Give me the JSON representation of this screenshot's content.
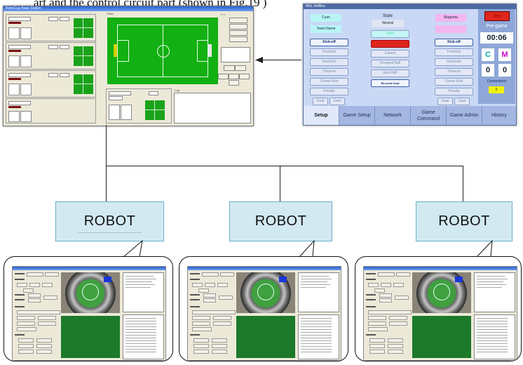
{
  "caption": "art and the control circuit part (shown in Fig.19 )",
  "basestation": {
    "window_title": "RoboCup Base Station",
    "field_label": "Field",
    "log_label": "Log"
  },
  "refbox": {
    "window_title": "MSL RefBox",
    "team_left": "Cyan",
    "team_left_name": "Team Name",
    "state_label": "State",
    "state_value": "Neutral",
    "team_right": "Magenta",
    "stop_label": "Stop",
    "center_buttons": [
      "Start",
      "Stop",
      "Cancel",
      "Dropped Ball",
      "End Half",
      "Re-send Cmd"
    ],
    "left_buttons": [
      "Kick-off",
      "Freekick",
      "Goal kick",
      "Throw-in",
      "Corner Kick",
      "Penalty"
    ],
    "right_buttons": [
      "Kick-off",
      "Freekick",
      "Goal kick",
      "Throw-in",
      "Corner Kick",
      "Penalty"
    ],
    "goal_label": "Goal",
    "card_label": "Card",
    "phase": "Pre-game",
    "timer": "00:06",
    "team_c": "C",
    "team_m": "M",
    "score_c": "0",
    "score_m": "0",
    "connections_label": "Connections",
    "connections_value": "0",
    "tabs": [
      "Setup",
      "Game Setup",
      "Network",
      "Game Command",
      "Game Admin",
      "History"
    ]
  },
  "robots": [
    "ROBOT",
    "ROBOT",
    "ROBOT"
  ],
  "colors": {
    "field_green": "#12b012",
    "robot_fill": "#d3e9f2",
    "refbox_bg": "#c9d8f5",
    "stop_red": "#e0261b"
  }
}
